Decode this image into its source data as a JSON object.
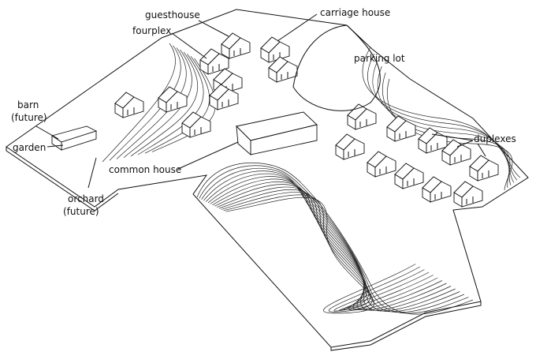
{
  "diagram": {
    "labels": {
      "guesthouse": "guesthouse",
      "carriage_house": "carriage house",
      "fourplex": "fourplex",
      "parking_lot": "parking lot",
      "barn": "barn",
      "barn_note": "(future)",
      "garden": "garden",
      "duplexes": "duplexes",
      "common_house": "common house",
      "orchard": "orchard",
      "orchard_note": "(future)"
    }
  }
}
